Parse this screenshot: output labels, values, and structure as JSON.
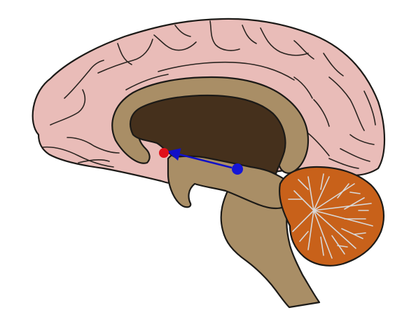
{
  "image": {
    "subject": "midsagittal-brain",
    "colors": {
      "background": "#ffffff",
      "cortex": "#e9bcb8",
      "corpus_callosum": "#a98e66",
      "ventricle": "#45301c",
      "brainstem": "#a98e66",
      "cerebellum": "#c8611a",
      "cerebellum_white_matter": "#d8d8d8",
      "outline": "#1c1a17",
      "pathway_arrow": "#1010c8",
      "origin_marker": "#1515d6",
      "target_marker": "#e0101a"
    },
    "markers": {
      "origin": {
        "color_name": "blue"
      },
      "target": {
        "color_name": "red"
      }
    },
    "arrow": {
      "direction": "blue-to-red"
    }
  }
}
